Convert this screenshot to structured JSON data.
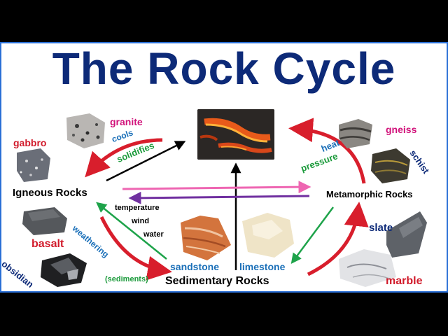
{
  "title": "The Rock Cycle",
  "categories": {
    "igneous": "Igneous Rocks",
    "metamorphic": "Metamorphic Rocks",
    "sedimentary": "Sedimentary Rocks"
  },
  "rocks": {
    "granite": "granite",
    "gabbro": "gabbro",
    "basalt": "basalt",
    "obsidian": "obsidian",
    "gneiss": "gneiss",
    "schist": "schist",
    "slate": "slate",
    "marble": "marble",
    "sandstone": "sandstone",
    "limestone": "limestone"
  },
  "processes": {
    "cools": "cools",
    "solidifies": "solidifies",
    "heat": "heat",
    "pressure": "pressure",
    "temperature": "temperature",
    "wind": "wind",
    "water": "water",
    "weathering": "weathering",
    "sediments": "(sediments)"
  },
  "colors": {
    "title": "#0d2a78",
    "red_label": "#d11a2a",
    "magenta_label": "#d1127a",
    "navy_label": "#0d2a78",
    "blue_label": "#1a6fb8",
    "green_label": "#1a9a3a",
    "red_arrow": "#d81e2c",
    "green_arrow": "#1ea34a",
    "pink_arrow": "#ee66b2",
    "purple_arrow": "#7030a0",
    "black_arrow": "#000000"
  }
}
